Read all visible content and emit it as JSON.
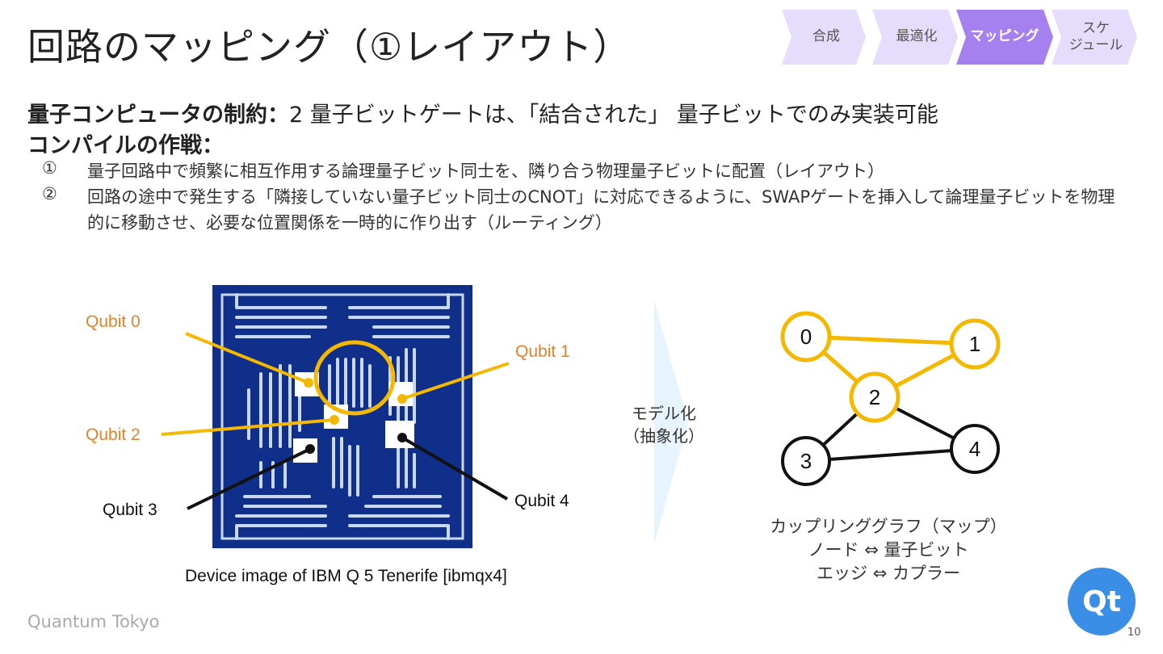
{
  "title": "回路のマッピング（①レイアウト）",
  "steps": [
    {
      "label": "合成",
      "active": false
    },
    {
      "label": "最適化",
      "active": false
    },
    {
      "label": "マッピング",
      "active": true
    },
    {
      "label": "スケ\nジュール",
      "active": false
    }
  ],
  "colors": {
    "step_inactive": "#e6dcfb",
    "step_active": "#a680ee",
    "accent_orange": "#f5b800",
    "label_orange": "#e3822a",
    "chip_blue": "#0f2f8a",
    "logo_blue": "#3a8ee6"
  },
  "body": {
    "constraint_label": "量子コンピュータの制約：",
    "constraint_text": "2 量子ビットゲートは、「結合された」 量子ビットでのみ実装可能",
    "strategy_label": "コンパイルの作戦：",
    "items": [
      {
        "num": "①",
        "text": "量子回路中で頻繁に相互作用する論理量子ビット同士を、隣り合う物理量子ビットに配置（レイアウト）"
      },
      {
        "num": "②",
        "text": "回路の途中で発生する「隣接していない量子ビット同士のCNOT」に対応できるように、SWAPゲートを挿入して論理量子ビットを物理的に移動させ、必要な位置関係を一時的に作り出す（ルーティング）"
      }
    ]
  },
  "device": {
    "qubit_labels": [
      "Qubit 0",
      "Qubit 1",
      "Qubit 2",
      "Qubit 3",
      "Qubit 4"
    ],
    "caption": "Device image of IBM Q 5 Tenerife [ibmqx4]"
  },
  "model_label_line1": "モデル化",
  "model_label_line2": "（抽象化）",
  "graph": {
    "nodes": [
      "0",
      "1",
      "2",
      "3",
      "4"
    ],
    "edges": [
      [
        "0",
        "1"
      ],
      [
        "0",
        "2"
      ],
      [
        "1",
        "2"
      ],
      [
        "2",
        "3"
      ],
      [
        "2",
        "4"
      ],
      [
        "3",
        "4"
      ]
    ],
    "highlighted_nodes": [
      "0",
      "1",
      "2"
    ],
    "caption_line1": "カップリンググラフ（マップ）",
    "caption_line2": "ノード ⇔ 量子ビット",
    "caption_line3": "エッジ ⇔ カプラー"
  },
  "footer": "Quantum Tokyo",
  "logo_text": "Qt",
  "page_number": "10"
}
